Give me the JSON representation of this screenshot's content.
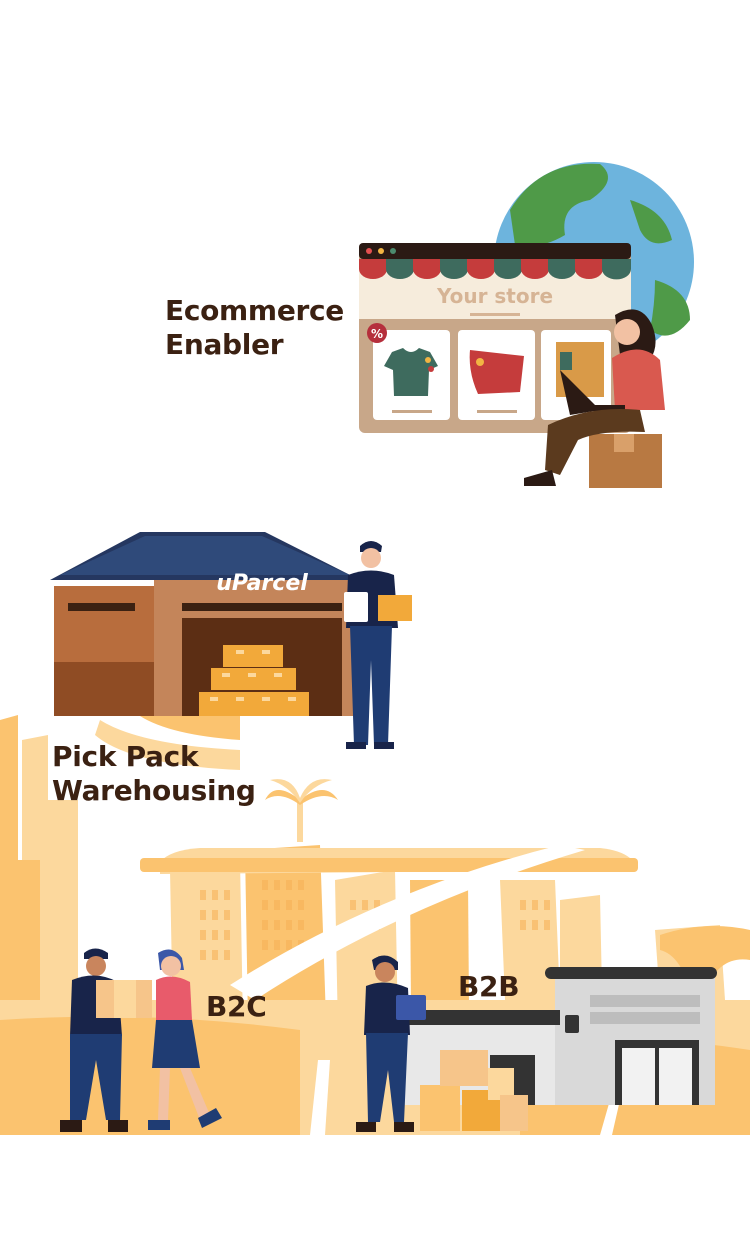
{
  "sections": {
    "ecommerce": {
      "line1": "Ecommerce",
      "line2": "Enabler"
    },
    "warehousing": {
      "line1": "Pick Pack",
      "line2": "Warehousing"
    },
    "b2c": {
      "label": "B2C"
    },
    "b2b": {
      "label": "B2B"
    }
  },
  "store_window": {
    "sign": "Your store",
    "badge": "%"
  },
  "warehouse": {
    "logo": "uParcel"
  },
  "colors": {
    "heading_text": "#3b2112",
    "skyline_orange": "#fbc36f",
    "skyline_light": "#fcd89d",
    "globe_blue": "#6db4dd",
    "globe_green": "#4f9a48",
    "navy": "#18244a",
    "box_orange": "#f2a93a",
    "warehouse_brown": "#c4855a"
  },
  "icons": [
    "globe-icon",
    "percent-badge-icon",
    "tshirt-icon",
    "bag-icon",
    "palm-tree-icon",
    "box-icon"
  ]
}
